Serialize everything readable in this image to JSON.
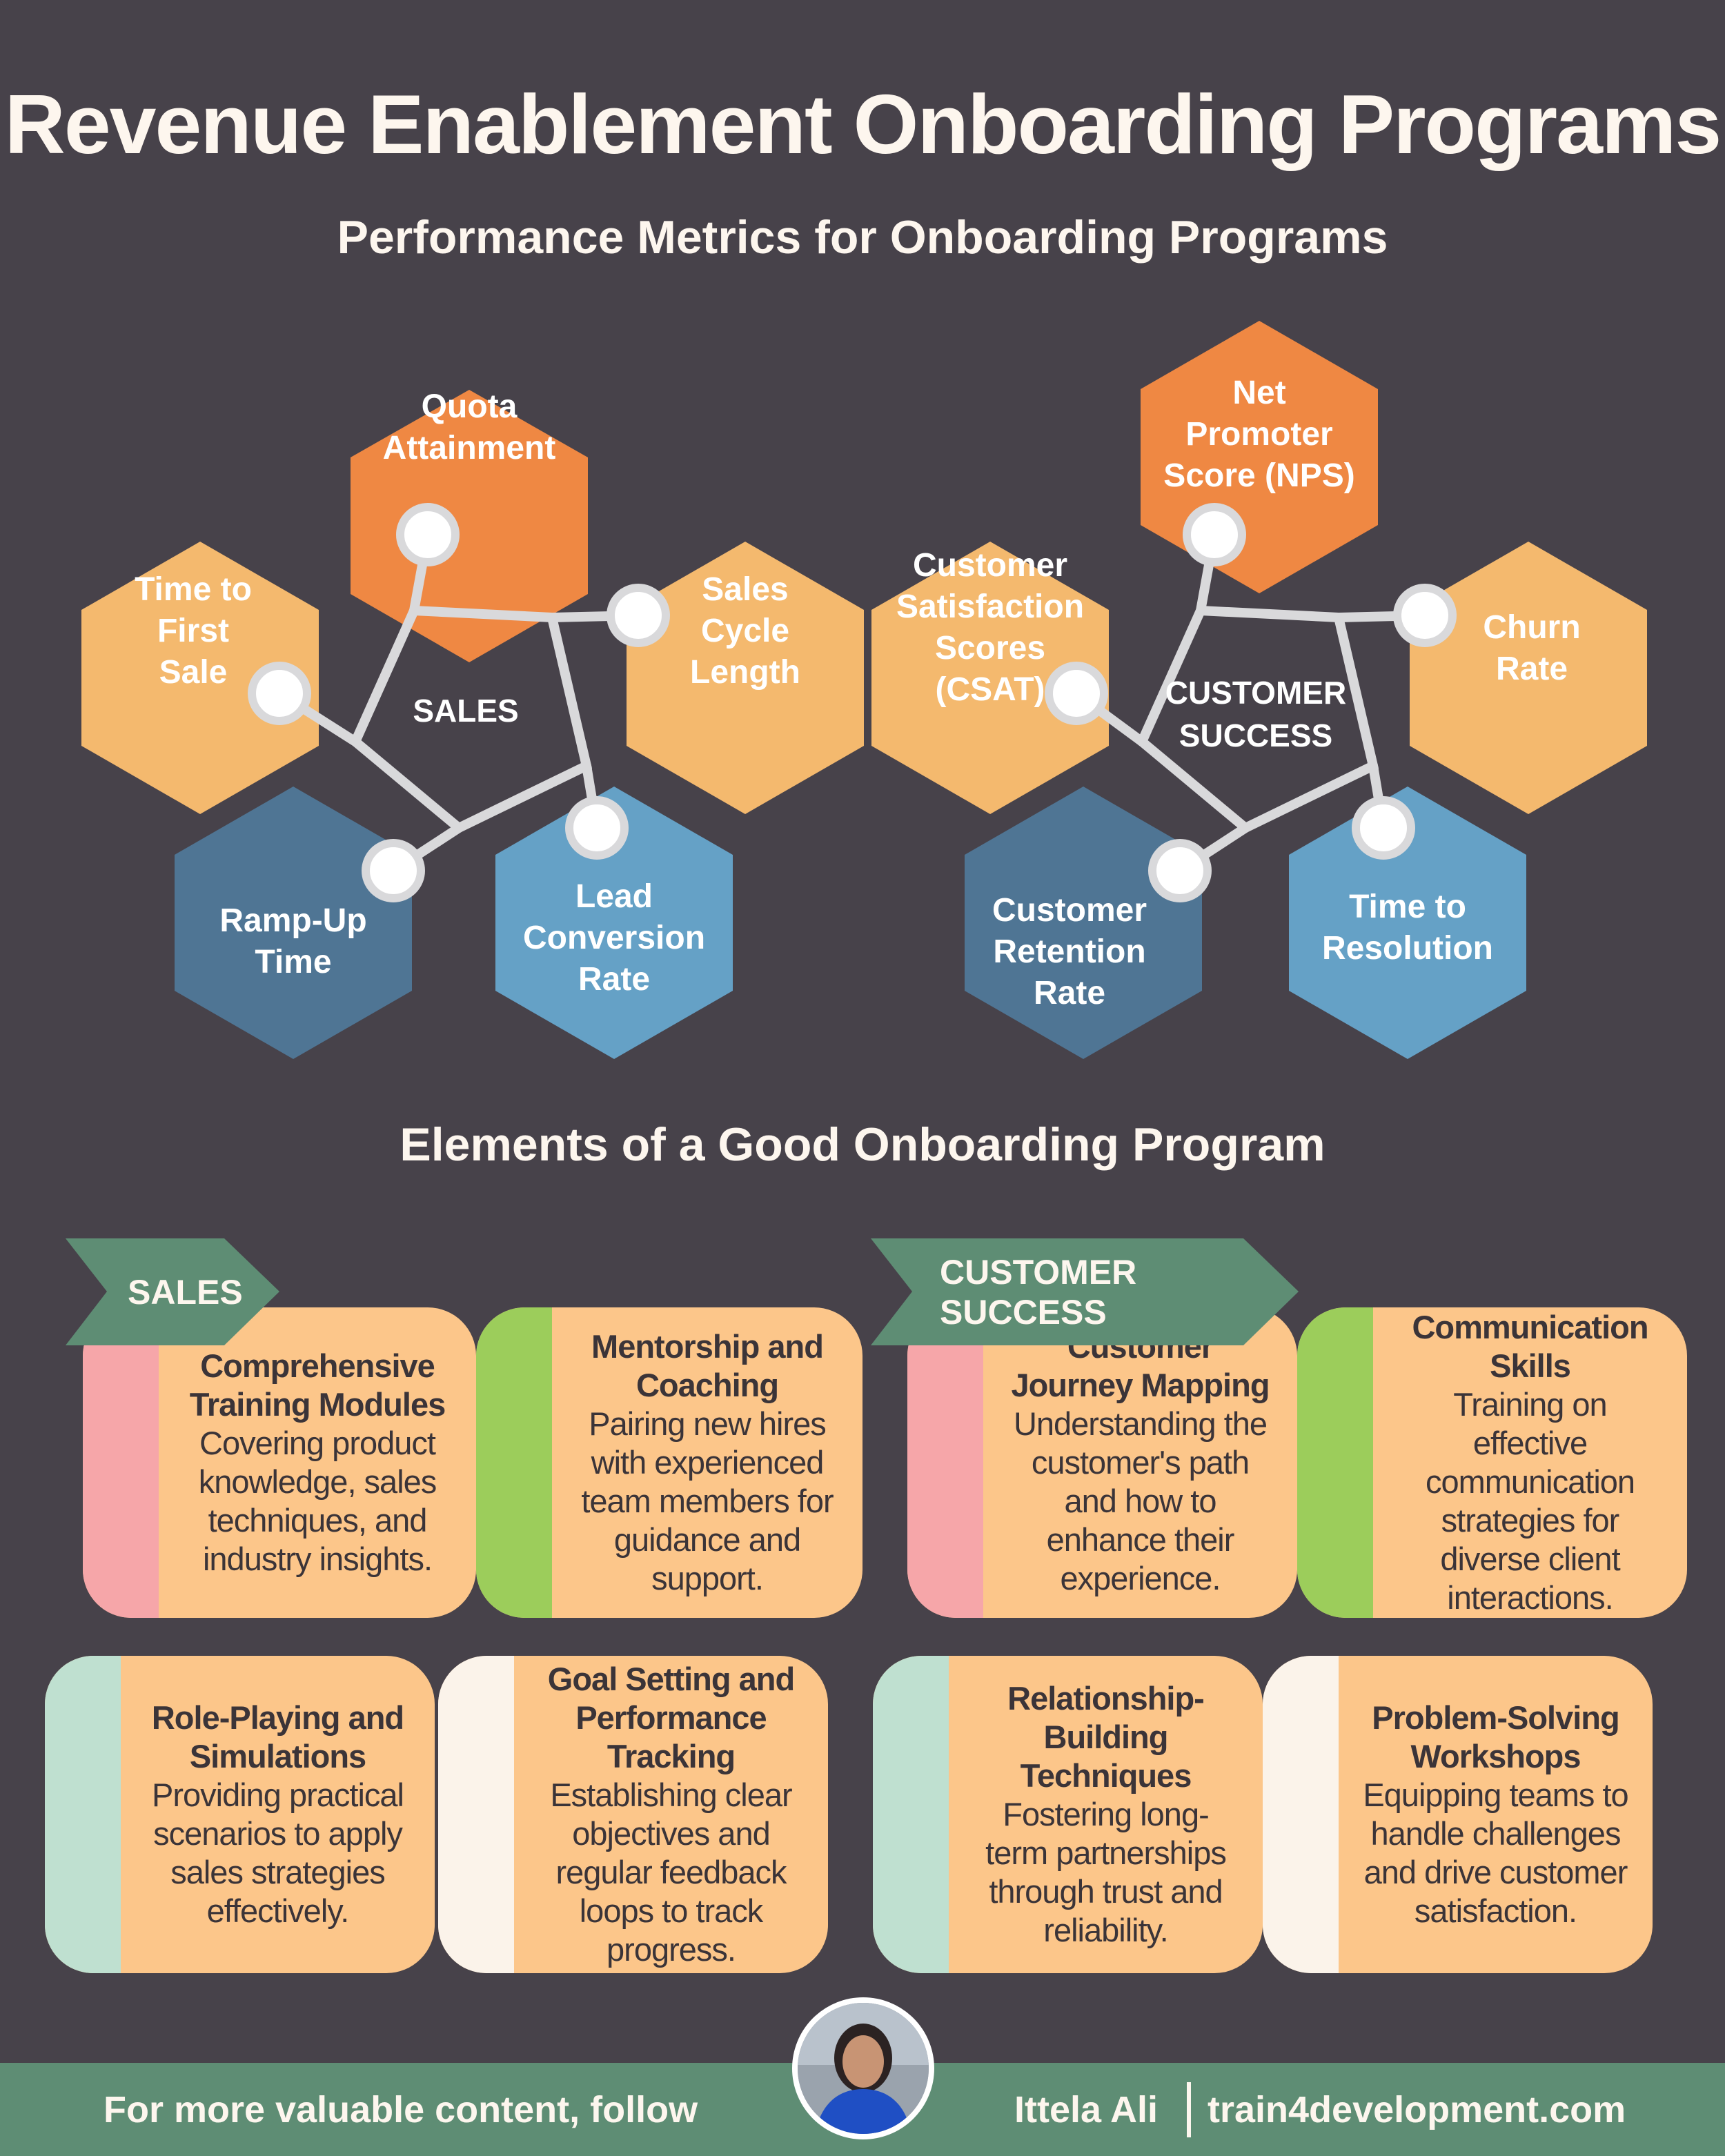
{
  "title": "Revenue Enablement Onboarding Programs",
  "metrics_heading": "Performance Metrics for Onboarding Programs",
  "elements_heading": "Elements of a Good Onboarding Program",
  "colors": {
    "background": "#47424a",
    "hex_orange_dark": "#ef8843",
    "hex_orange_light": "#f4b96e",
    "hex_blue_dark": "#4f7594",
    "hex_blue_light": "#65a1c6",
    "connector": "#d9d9db",
    "ribbon": "#5e8d74",
    "card": "#fcc68a",
    "stripe_pink": "#f6a6a9",
    "stripe_green": "#9ccd5b",
    "stripe_mint": "#bfe0d0",
    "stripe_cream": "#fbf3ea",
    "footer": "#5e8d74"
  },
  "sales_network": {
    "hub_label": "SALES",
    "metrics": [
      {
        "label": "Quota\nAttainment",
        "color": "orange-dark"
      },
      {
        "label": "Time to\nFirst\nSale",
        "color": "orange-light"
      },
      {
        "label": "Sales\nCycle\nLength",
        "color": "orange-light"
      },
      {
        "label": "Ramp-Up\nTime",
        "color": "blue-dark"
      },
      {
        "label": "Lead\nConversion\nRate",
        "color": "blue-light"
      }
    ]
  },
  "cs_network": {
    "hub_label": "CUSTOMER\nSUCCESS",
    "metrics": [
      {
        "label": "Net\nPromoter\nScore (NPS)",
        "color": "orange-dark"
      },
      {
        "label": "Customer\nSatisfaction\nScores\n(CSAT)",
        "color": "orange-light"
      },
      {
        "label": "Churn\nRate",
        "color": "orange-light"
      },
      {
        "label": "Customer\nRetention\nRate",
        "color": "blue-dark"
      },
      {
        "label": "Time to\nResolution",
        "color": "blue-light"
      }
    ]
  },
  "sales_ribbon": "SALES",
  "cs_ribbon": "CUSTOMER SUCCESS",
  "cards": [
    {
      "title": "Comprehensive Training Modules",
      "text": "Covering product knowledge, sales techniques, and industry insights.",
      "stripe": "pink"
    },
    {
      "title": "Mentorship and Coaching",
      "text": "Pairing new hires with experienced team members for guidance and support.",
      "stripe": "green"
    },
    {
      "title": "Role-Playing and Simulations",
      "text": "Providing practical scenarios to apply sales strategies effectively.",
      "stripe": "mint"
    },
    {
      "title": "Goal Setting and Performance Tracking",
      "text": "Establishing clear objectives and regular feedback loops to track progress.",
      "stripe": "cream"
    },
    {
      "title": "Customer Journey Mapping",
      "text": "Understanding the customer's path and how to enhance their experience.",
      "stripe": "pink"
    },
    {
      "title": "Communication Skills",
      "text": "Training on effective communication strategies for diverse client interactions.",
      "stripe": "green"
    },
    {
      "title": "Relationship-Building Techniques",
      "text": "Fostering long-term partnerships through trust and reliability.",
      "stripe": "mint"
    },
    {
      "title": "Problem-Solving Workshops",
      "text": "Equipping teams to handle challenges and drive customer satisfaction.",
      "stripe": "cream"
    }
  ],
  "footer": {
    "follow_text": "For more valuable content, follow",
    "name": "Ittela Ali",
    "site": "train4development.com"
  }
}
